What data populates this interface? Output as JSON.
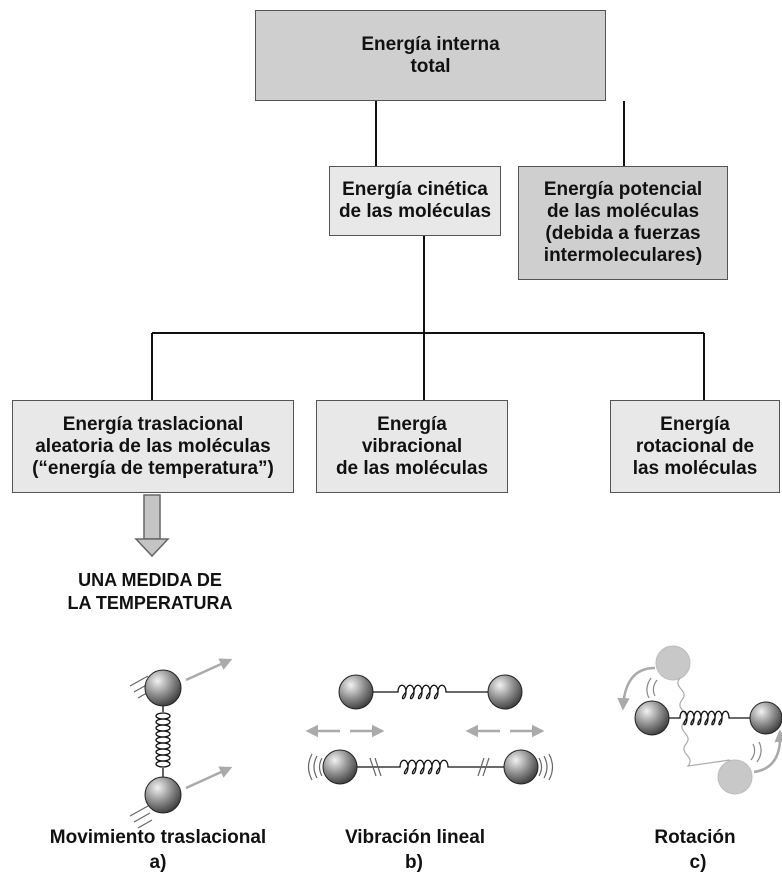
{
  "boxes": {
    "total": "Energía interna\ntotal",
    "kinetic": "Energía cinética\nde las moléculas",
    "potential": "Energía potencial\nde las moléculas\n(debida a fuerzas\nintermoleculares)",
    "translational": "Energía traslacional\naleatoria de las moléculas\n(“energía de temperatura”)",
    "vibrational": "Energía\nvibracional\nde las moléculas",
    "rotational": "Energía\nrotacional de\nlas moléculas"
  },
  "measure_note": "UNA MEDIDA DE\nLA TEMPERATURA",
  "illustrations": [
    {
      "caption": "Movimiento traslacional",
      "letter": "a)"
    },
    {
      "caption": "Vibración lineal",
      "letter": "b)"
    },
    {
      "caption": "Rotación",
      "letter": "c)"
    }
  ]
}
